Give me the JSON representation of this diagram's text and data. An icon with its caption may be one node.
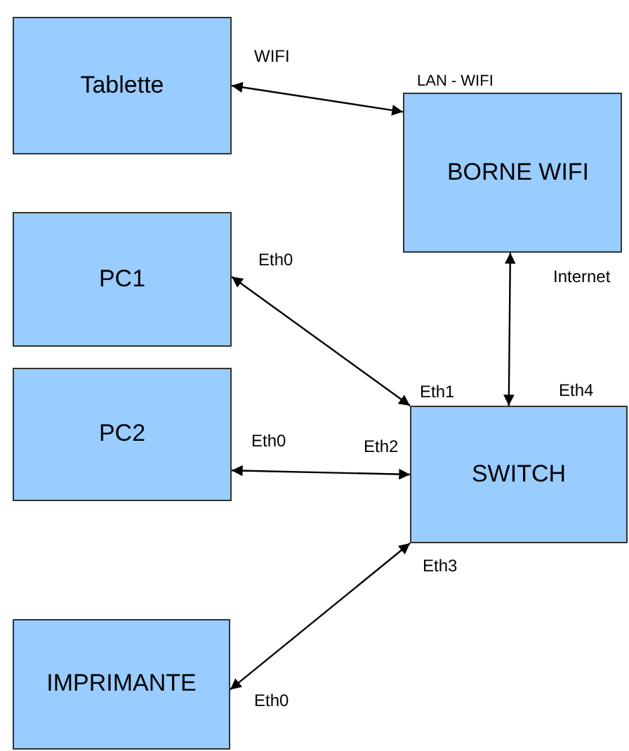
{
  "diagram": {
    "nodes": [
      {
        "text": [
          "Tablette"
        ]
      },
      {
        "text": [
          "BORNE WIFI"
        ]
      },
      {
        "text": [
          "PC1"
        ]
      },
      {
        "text": [
          "PC2"
        ]
      },
      {
        "text": [
          "SWITCH"
        ]
      },
      {
        "text": [
          "IMPRIMANTE"
        ]
      }
    ],
    "edges": [
      {
        "from": 0,
        "to": 1,
        "arrow": "both"
      },
      {
        "from": 2,
        "to": 4,
        "arrow": "both"
      },
      {
        "from": 3,
        "to": 4,
        "arrow": "both"
      },
      {
        "from": 1,
        "to": 4,
        "arrow": "both"
      },
      {
        "from": 4,
        "to": 5,
        "arrow": "both"
      }
    ],
    "labels": [
      "WIFI",
      "LAN - WIFI",
      "Eth0",
      "Internet",
      "Eth1",
      "Eth4",
      "Eth0",
      "Eth2",
      "Eth3",
      "Eth0"
    ]
  }
}
